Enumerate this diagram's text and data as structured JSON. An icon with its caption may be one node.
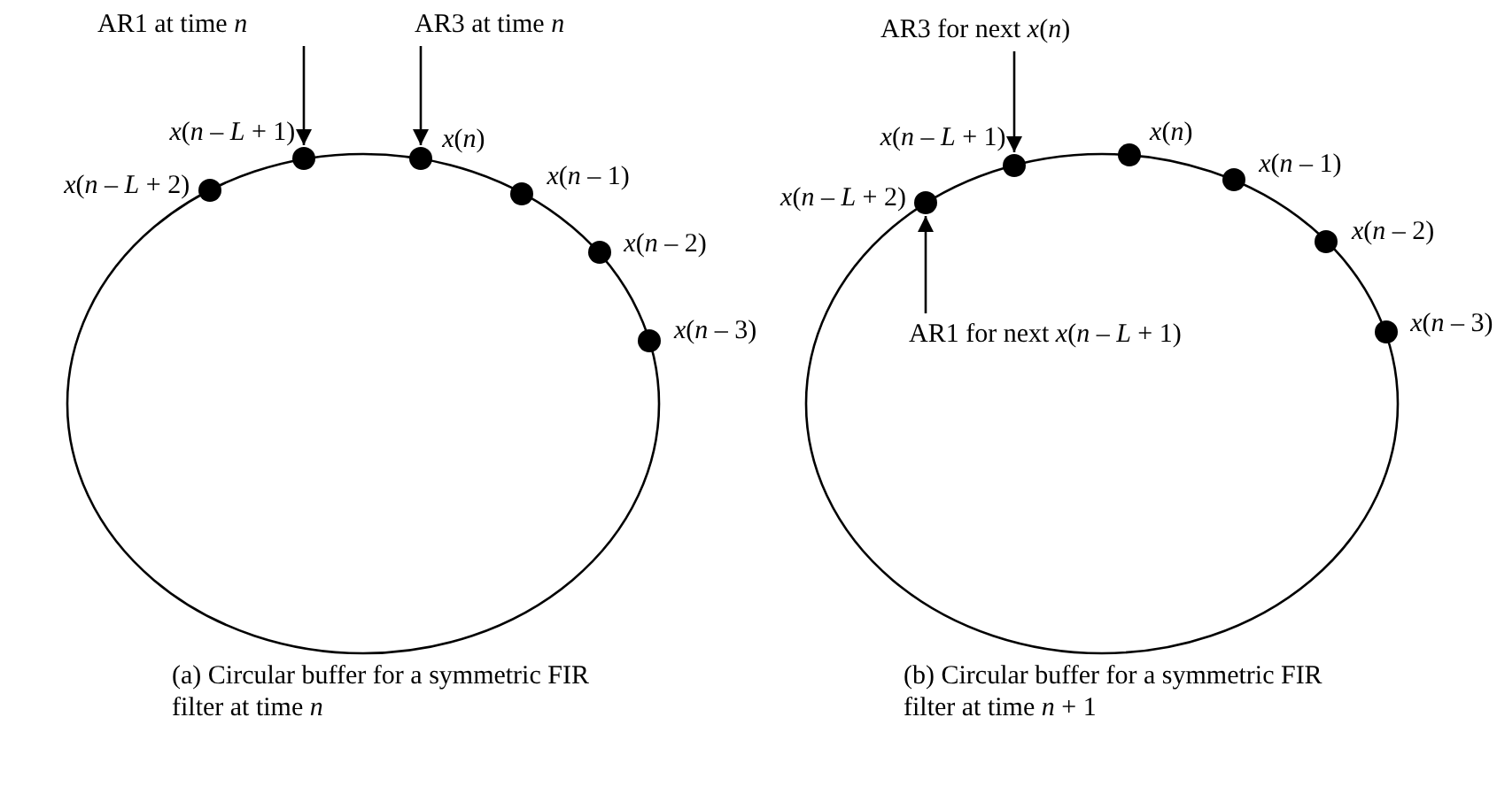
{
  "diagram": {
    "nodes": [
      {
        "text": [
          "AR1 at time *n*"
        ]
      },
      {
        "text": [
          "AR3 at time *n*"
        ]
      },
      {
        "text": [],
        "shape": "circle",
        "beside": [
          "*x*(*n* – *L* + 2)"
        ]
      },
      {
        "text": [],
        "shape": "circle",
        "beside": [
          "*x*(*n* – *L* + 1)"
        ]
      },
      {
        "text": [],
        "shape": "circle",
        "beside": [
          "*x*(*n*)"
        ]
      },
      {
        "text": [],
        "shape": "circle",
        "beside": [
          "*x*(*n* – 1)"
        ]
      },
      {
        "text": [],
        "shape": "circle",
        "beside": [
          "*x*(*n* – 2)"
        ]
      },
      {
        "text": [],
        "shape": "circle",
        "beside": [
          "*x*(*n* – 3)"
        ]
      },
      {
        "text": [
          "AR3 for next *x*(*n*)"
        ]
      },
      {
        "text": [],
        "shape": "circle",
        "beside": [
          "*x*(*n* – *L* + 2)"
        ]
      },
      {
        "text": [],
        "shape": "circle",
        "beside": [
          "*x*(*n* – *L* + 1)"
        ]
      },
      {
        "text": [],
        "shape": "circle",
        "beside": [
          "*x*(*n*)"
        ]
      },
      {
        "text": [],
        "shape": "circle",
        "beside": [
          "*x*(*n* – 1)"
        ]
      },
      {
        "text": [],
        "shape": "circle",
        "beside": [
          "*x*(*n* – 2)"
        ]
      },
      {
        "text": [],
        "shape": "circle",
        "beside": [
          "*x*(*n* – 3)"
        ]
      },
      {
        "text": [
          "AR1 for next *x*(*n* – *L* + 1)"
        ]
      }
    ],
    "edges": [
      {
        "from": 0,
        "to": 3,
        "arrow": "to"
      },
      {
        "from": 1,
        "to": 4,
        "arrow": "to"
      },
      {
        "from": 8,
        "to": 10,
        "arrow": "to"
      },
      {
        "from": 15,
        "to": 9,
        "arrow": "to"
      }
    ],
    "labels": [
      "(a) Circular buffer for a symmetric FIR filter at time *n*",
      "(b) Circular buffer for a symmetric FIR filter at time *n* + 1"
    ]
  }
}
